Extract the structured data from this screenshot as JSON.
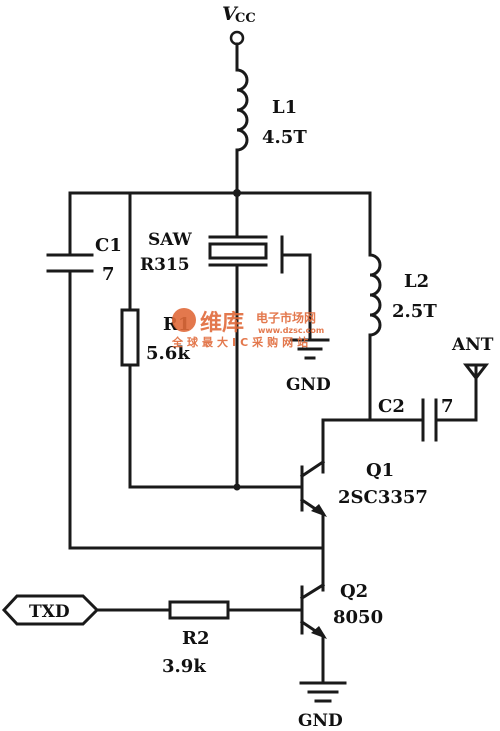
{
  "power": {
    "name": "V",
    "sub": "CC"
  },
  "components": {
    "L1": {
      "ref": "L1",
      "value": "4.5T"
    },
    "C1": {
      "ref": "C1",
      "value": "7"
    },
    "SAW": {
      "ref": "SAW",
      "value": "R315"
    },
    "R1": {
      "ref": "R1",
      "value": "5.6k"
    },
    "L2": {
      "ref": "L2",
      "value": "2.5T"
    },
    "C2": {
      "ref": "C2",
      "value": "7"
    },
    "Q1": {
      "ref": "Q1",
      "value": "2SC3357"
    },
    "Q2": {
      "ref": "Q2",
      "value": "8050"
    },
    "R2": {
      "ref": "R2",
      "value": "3.9k"
    }
  },
  "ports": {
    "txd": "TXD",
    "ant": "ANT",
    "gnd1": "GND",
    "gnd2": "GND"
  },
  "watermark": {
    "brand": "维库",
    "line1": "电子市场网",
    "url": "www.dzsc.com",
    "line2": "全球最大IC采购网站"
  },
  "colors": {
    "wire": "#1a1a1a",
    "watermark": "#e06a3a"
  }
}
